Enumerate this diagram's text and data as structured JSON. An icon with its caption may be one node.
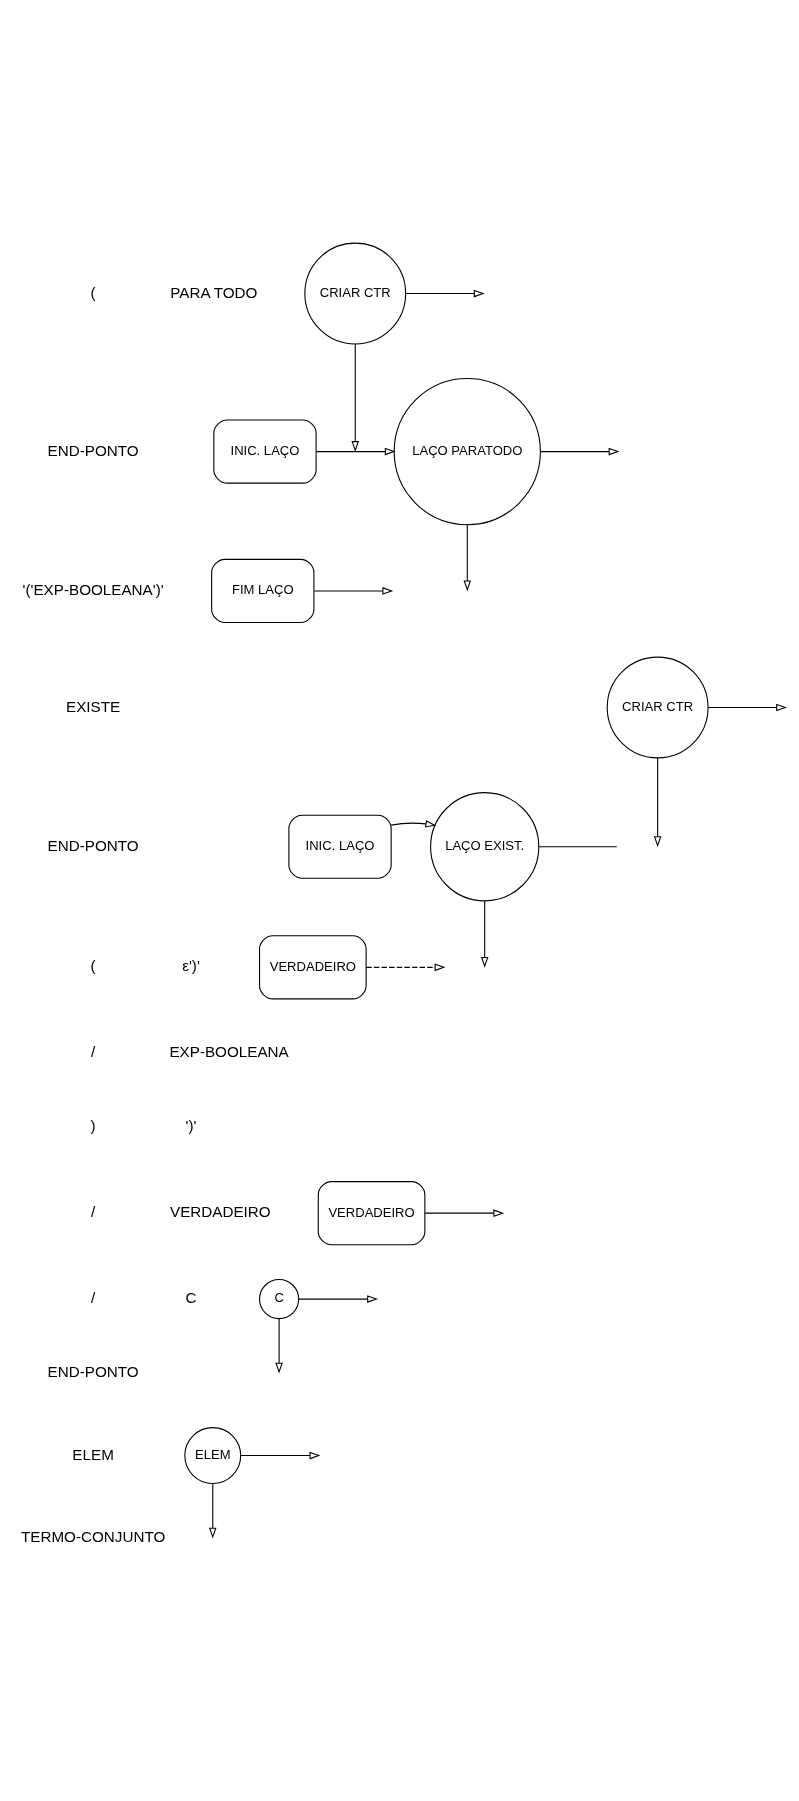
{
  "diagram": {
    "nodes": [
      {
        "text": [
          "CRIAR CTR"
        ]
      },
      {
        "text": [
          "INIC. LAÇO"
        ]
      },
      {
        "text": [
          "LAÇO PARATODO"
        ]
      },
      {
        "text": [
          "FIM LAÇO"
        ]
      },
      {
        "text": [
          "CRIAR CTR"
        ]
      },
      {
        "text": [
          "INIC. LAÇO"
        ]
      },
      {
        "text": [
          "LAÇO EXIST."
        ]
      },
      {
        "text": [
          "VERDADEIRO"
        ]
      },
      {
        "text": [
          "VERDADEIRO"
        ]
      },
      {
        "text": [
          "C"
        ]
      },
      {
        "text": [
          "ELEM"
        ]
      }
    ],
    "edges": [
      {
        "from": 0,
        "to": null,
        "arrow": "to"
      },
      {
        "from": 0,
        "to": null,
        "arrow": "to"
      },
      {
        "from": 1,
        "to": 2,
        "arrow": "to"
      },
      {
        "from": 2,
        "to": null,
        "arrow": "to"
      },
      {
        "from": 2,
        "to": null,
        "arrow": "to"
      },
      {
        "from": 3,
        "to": null,
        "arrow": "to"
      },
      {
        "from": 4,
        "to": null,
        "arrow": "to"
      },
      {
        "from": 4,
        "to": null,
        "arrow": "to"
      },
      {
        "from": 5,
        "to": 6,
        "arrow": "to"
      },
      {
        "from": 6,
        "to": null,
        "arrow": "none"
      },
      {
        "from": 6,
        "to": null,
        "arrow": "to"
      },
      {
        "from": 7,
        "to": null,
        "arrow": "to",
        "style": "dashed"
      },
      {
        "from": 8,
        "to": null,
        "arrow": "to"
      },
      {
        "from": 9,
        "to": null,
        "arrow": "to"
      },
      {
        "from": 9,
        "to": null,
        "arrow": "to"
      },
      {
        "from": 10,
        "to": null,
        "arrow": "to"
      },
      {
        "from": 10,
        "to": null,
        "arrow": "to"
      }
    ],
    "labels": [
      "(",
      "PARA TODO",
      "END-PONTO",
      "'('EXP-BOOLEANA')'",
      "EXISTE",
      "END-PONTO",
      "(",
      "ε')'",
      "/",
      "EXP-BOOLEANA",
      ")",
      "')'",
      "/",
      "VERDADEIRO",
      "/",
      "C",
      "END-PONTO",
      "ELEM",
      "TERMO-CONJUNTO"
    ]
  }
}
